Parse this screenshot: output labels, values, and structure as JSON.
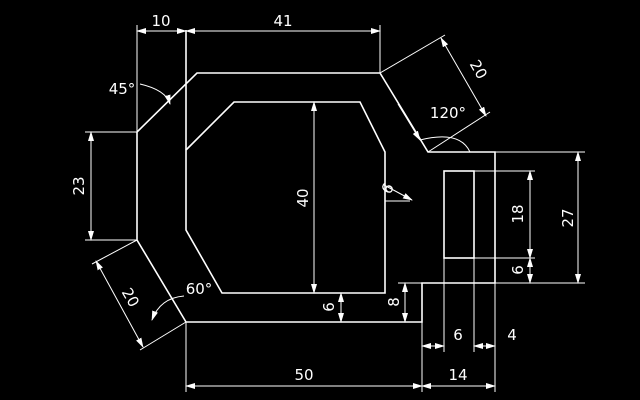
{
  "drawing": {
    "background": "#000000",
    "line_color": "#ffffff",
    "dimensions": {
      "d10": "10",
      "d41": "41",
      "d20_top": "20",
      "d120": "120°",
      "d45": "45°",
      "d23": "23",
      "d40": "40",
      "d6_slot": "6",
      "d18": "18",
      "d27": "27",
      "d6_right": "6",
      "d20_bottom": "20",
      "d60": "60°",
      "d6_inner": "6",
      "d8": "8",
      "d6_bottom": "6",
      "d4": "4",
      "d50": "50",
      "d14": "14"
    }
  }
}
